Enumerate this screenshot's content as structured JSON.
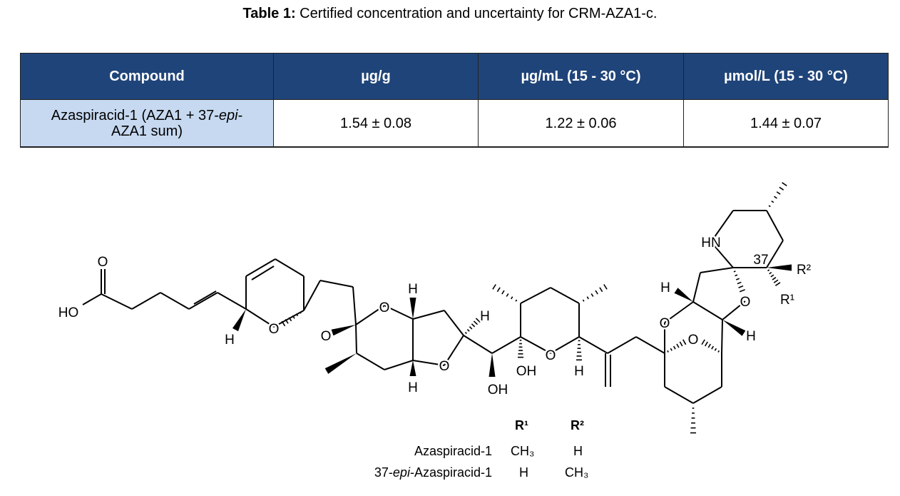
{
  "caption": {
    "label": "Table 1:",
    "text": " Certified concentration and uncertainty for CRM-AZA1-c."
  },
  "table": {
    "headers": [
      "Compound",
      "µg/g",
      "µg/mL (15 - 30 °C)",
      "µmol/L (15 - 30 °C)"
    ],
    "row": {
      "compound_part1": "Azaspiracid-1 (AZA1 + 37-",
      "compound_epi": "epi",
      "compound_part2": "-",
      "compound_line2": "AZA1 sum)",
      "ug_g": "1.54 ± 0.08",
      "ug_ml": "1.22 ± 0.06",
      "umol_l": "1.44 ± 0.07"
    }
  },
  "structure": {
    "atom_labels": [
      "O",
      "HO",
      "H",
      "O",
      "O",
      "O",
      "H",
      "O",
      "H",
      "H",
      "OH",
      "OH",
      "O",
      "H",
      "O",
      "H",
      "H",
      "O",
      "O",
      "HN",
      "37",
      "R²",
      "R¹"
    ]
  },
  "legend": {
    "col_r1": "R¹",
    "col_r2": "R²",
    "rows": [
      {
        "name_prefix": "",
        "name_epi": "",
        "name": "Azaspiracid-1",
        "r1": "CH₃",
        "r2": "H"
      },
      {
        "name_prefix": "37-",
        "name_epi": "epi",
        "name": "-Azaspiracid-1",
        "r1": "H",
        "r2": "CH₃"
      }
    ]
  },
  "colors": {
    "header_bg": "#1f4479",
    "compound_bg": "#c6d9f1"
  }
}
